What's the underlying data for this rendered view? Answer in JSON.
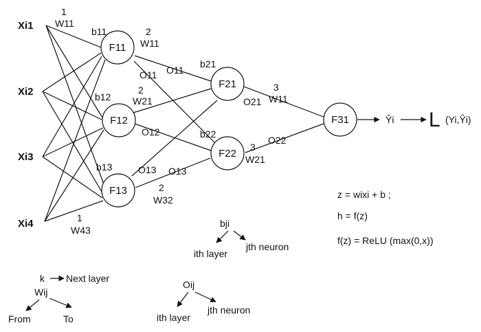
{
  "inputs": [
    "Xi1",
    "Xi2",
    "Xi3",
    "Xi4"
  ],
  "nodes": {
    "f11": "F11",
    "f12": "F12",
    "f13": "F13",
    "f21": "F21",
    "f22": "F22",
    "f31": "F31"
  },
  "layer1_labels": {
    "top_num": "1",
    "top_w": "W11",
    "bot_num": "1",
    "bot_w": "W43",
    "b11": "b11",
    "b12": "b12",
    "b13": "b13"
  },
  "layer2_labels": {
    "w1_num": "2",
    "w1_w": "W11",
    "w2_num": "2",
    "w2_w": "W21",
    "w3_num": "2",
    "w3_w": "W32",
    "o11a": "O11",
    "o11b": "O11",
    "o12": "O12",
    "o13a": "O13",
    "o13b": "O13",
    "b21": "b21",
    "b22": "b22"
  },
  "layer3_labels": {
    "w1_num": "3",
    "w1_w": "W11",
    "w2_num": "3",
    "w2_w": "W21",
    "o21": "O21",
    "o22": "O22"
  },
  "output": {
    "yhat": "Ŷi",
    "loss": "L",
    "loss_args": "(Yi,Ŷi)"
  },
  "equations": {
    "z": "z = wixi + b ;",
    "h": "h = f(z)",
    "f": "f(z) = ReLU (max(0,x))"
  },
  "legend_wij": {
    "k": "k",
    "next": "Next layer",
    "wij": "Wij",
    "from": "From",
    "to": "To"
  },
  "legend_bji": {
    "bji": "bji",
    "ith": "ith layer",
    "jth": "jth neuron"
  },
  "legend_oij": {
    "oij": "Oij",
    "ith": "ith layer",
    "jth": "jth neuron"
  }
}
